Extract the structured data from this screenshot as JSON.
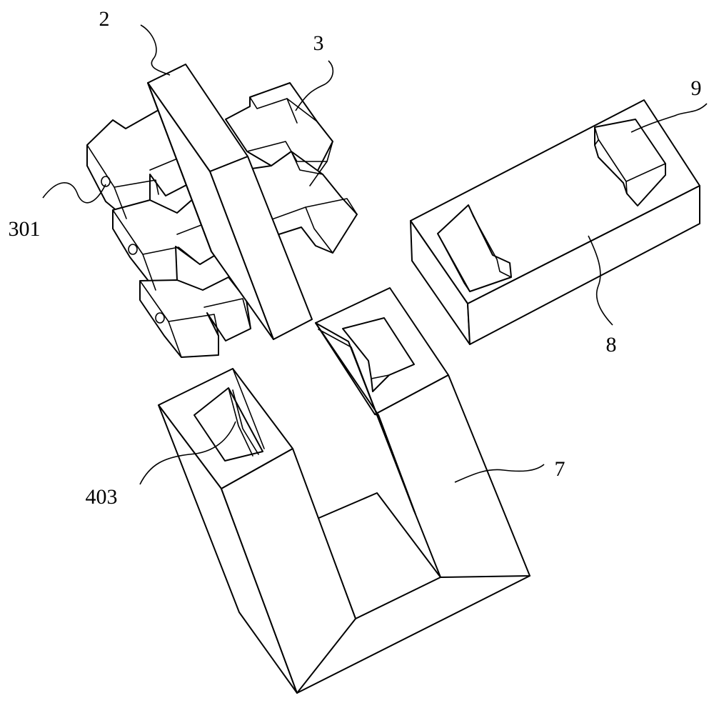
{
  "labels": {
    "l2": "2",
    "l3": "3",
    "l301": "301",
    "l9": "9",
    "l8": "8",
    "l7": "7",
    "l403": "403"
  }
}
